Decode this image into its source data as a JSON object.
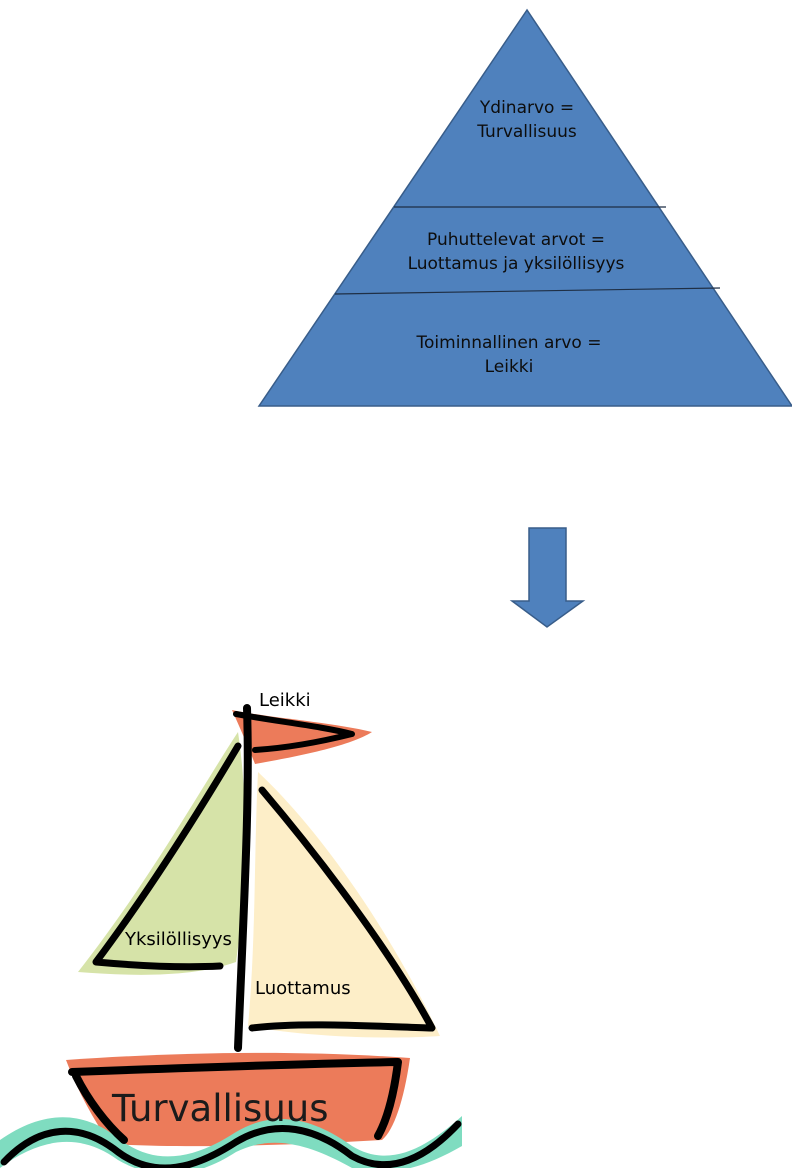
{
  "pyramid": {
    "top": {
      "line1": "Ydinarvo =",
      "line2": "Turvallisuus"
    },
    "middle": {
      "line1": "Puhuttelevat arvot =",
      "line2": "Luottamus ja yksilöllisyys"
    },
    "bottom": {
      "line1": "Toiminnallinen  arvo =",
      "line2": "Leikki"
    }
  },
  "arrow": {
    "direction": "down"
  },
  "sailboat": {
    "flag_label": "Leikki",
    "left_sail_label": "Yksilöllisyys",
    "right_sail_label": "Luottamus",
    "hull_label": "Turvallisuus"
  },
  "colors": {
    "pyramid_fill": "#4f81bd",
    "pyramid_stroke": "#385d8a",
    "arrow_fill": "#4f81bd",
    "flag_hull": "#ec7b5a",
    "left_sail": "#d6e3a8",
    "right_sail": "#fdeec8",
    "water": "#7fdcc0",
    "outline": "#000000"
  }
}
